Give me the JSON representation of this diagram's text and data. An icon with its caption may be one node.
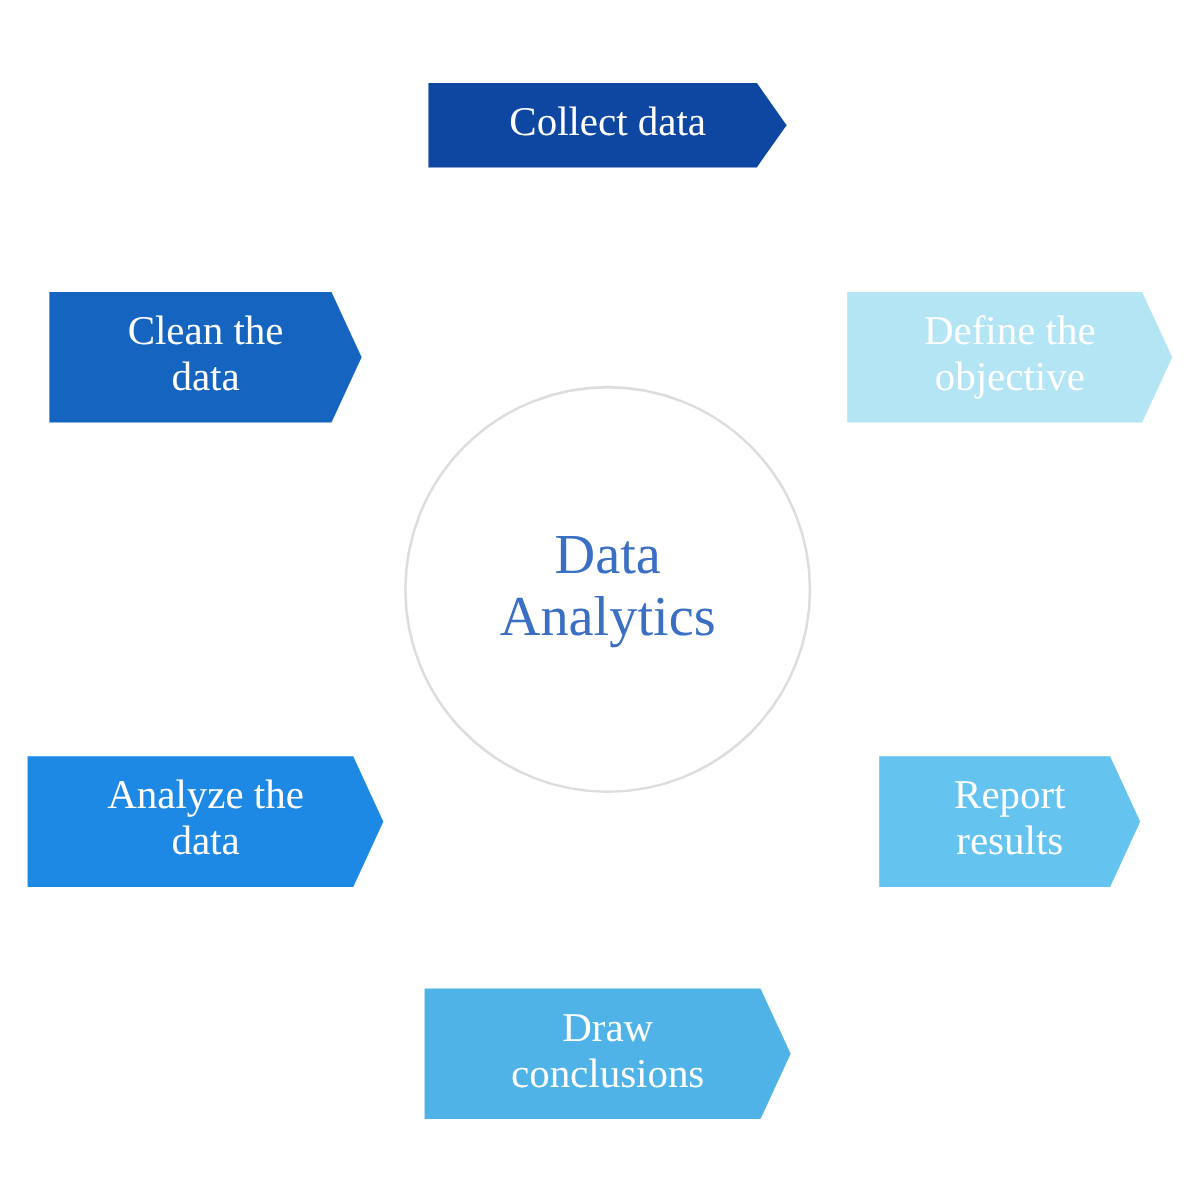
{
  "diagram": {
    "nodes": [
      {
        "text": [
          "Define the objective"
        ]
      },
      {
        "text": [
          "Collect data"
        ]
      },
      {
        "text": [
          "Clean the data"
        ]
      },
      {
        "text": [
          "Analyze the data"
        ]
      },
      {
        "text": [
          "Draw conclusions"
        ]
      },
      {
        "text": [
          "Report results"
        ]
      },
      {
        "text": [
          "Data Analytics"
        ]
      }
    ]
  }
}
